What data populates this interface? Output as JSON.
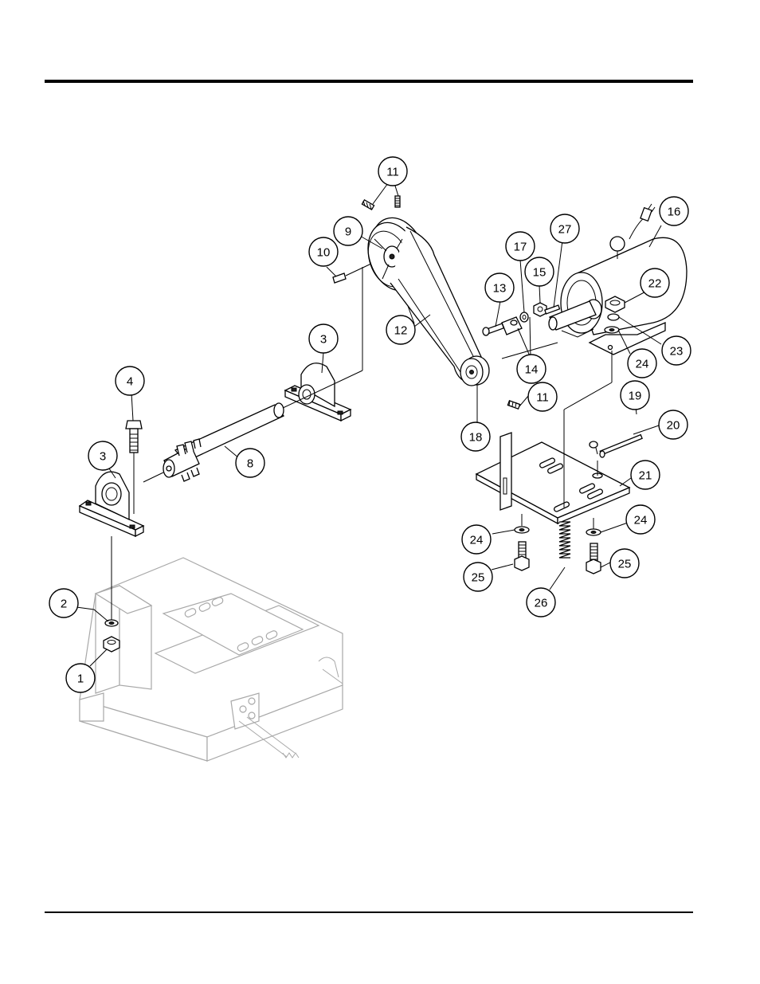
{
  "callouts": [
    {
      "id": "c1",
      "label": "1"
    },
    {
      "id": "c2",
      "label": "2"
    },
    {
      "id": "c3a",
      "label": "3"
    },
    {
      "id": "c3b",
      "label": "3"
    },
    {
      "id": "c4",
      "label": "4"
    },
    {
      "id": "c8",
      "label": "8"
    },
    {
      "id": "c9",
      "label": "9"
    },
    {
      "id": "c10",
      "label": "10"
    },
    {
      "id": "c11a",
      "label": "11"
    },
    {
      "id": "c11b",
      "label": "11"
    },
    {
      "id": "c12",
      "label": "12"
    },
    {
      "id": "c13",
      "label": "13"
    },
    {
      "id": "c14",
      "label": "14"
    },
    {
      "id": "c15",
      "label": "15"
    },
    {
      "id": "c16",
      "label": "16"
    },
    {
      "id": "c17",
      "label": "17"
    },
    {
      "id": "c18",
      "label": "18"
    },
    {
      "id": "c19",
      "label": "19"
    },
    {
      "id": "c20",
      "label": "20"
    },
    {
      "id": "c21",
      "label": "21"
    },
    {
      "id": "c22",
      "label": "22"
    },
    {
      "id": "c23",
      "label": "23"
    },
    {
      "id": "c24a",
      "label": "24"
    },
    {
      "id": "c24b",
      "label": "24"
    },
    {
      "id": "c24c",
      "label": "24"
    },
    {
      "id": "c25a",
      "label": "25"
    },
    {
      "id": "c25b",
      "label": "25"
    },
    {
      "id": "c26",
      "label": "26"
    },
    {
      "id": "c27",
      "label": "27"
    }
  ],
  "colors": {
    "line": "#000000",
    "ghost": "#a8a8a8",
    "background": "#ffffff"
  }
}
